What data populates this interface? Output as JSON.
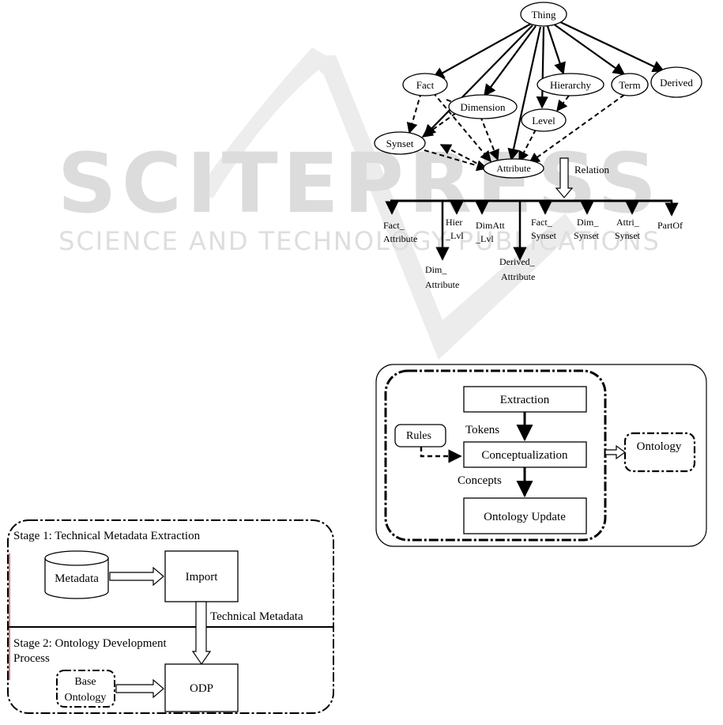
{
  "watermark": {
    "main": "SCITEPRESS",
    "sub": "SCIENCE AND TECHNOLOGY PUBLICATIONS",
    "color": "#d9d9d9"
  },
  "ontology": {
    "root": "Thing",
    "concepts": {
      "fact": "Fact",
      "dimension": "Dimension",
      "hierarchy": "Hierarchy",
      "level": "Level",
      "term": "Term",
      "derived": "Derived",
      "synset": "Synset",
      "attribute": "Attribute"
    },
    "relation_label": "Relation",
    "relations": {
      "fact_attribute": [
        "Fact_",
        "Attribute"
      ],
      "dim_attribute": [
        "Dim_",
        "Attribute"
      ],
      "hier_lvl": [
        "Hier",
        "_Lvl"
      ],
      "dimatt_lvl": [
        "DimAtt",
        "_Lvl"
      ],
      "derived_attribute": [
        "Derived_",
        "Attribute"
      ],
      "fact_synset": [
        "Fact_",
        "Synset"
      ],
      "dim_synset": [
        "Dim_",
        "Synset"
      ],
      "attri_synset": [
        "Attri_",
        "Synset"
      ],
      "partof": "PartOf"
    }
  },
  "process": {
    "extraction": "Extraction",
    "tokens": "Tokens",
    "rules": "Rules",
    "conceptualization": "Conceptualization",
    "concepts": "Concepts",
    "ontology_update": "Ontology Update",
    "ontology": "Ontology"
  },
  "stages": {
    "stage1": "Stage 1: Technical Metadata Extraction",
    "metadata": "Metadata",
    "import": "Import",
    "technical_metadata": "Technical Metadata",
    "stage2_line1": "Stage 2: Ontology Development",
    "stage2_line2": "Process",
    "base_ontology": [
      "Base",
      "Ontology"
    ],
    "odp": "ODP"
  }
}
